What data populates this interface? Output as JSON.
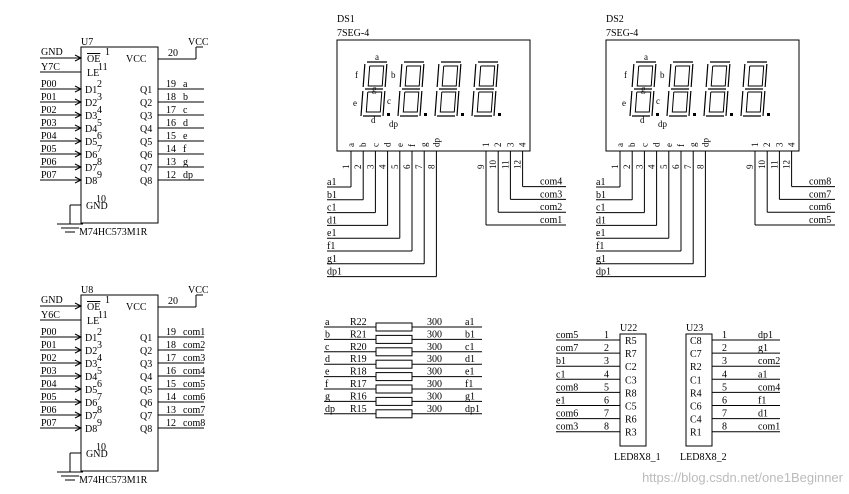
{
  "latch_u7": {
    "ref": "U7",
    "part": "M74HC573M1R",
    "oe_net": "GND",
    "oe_pin": "1",
    "oe_label": "OE",
    "le_net": "Y7C",
    "le_pin": "11",
    "le_label": "LE",
    "vcc_label": "VCC",
    "vcc_pin": "20",
    "vcc_net": "VCC",
    "gnd_label": "GND",
    "gnd_pin": "10",
    "inputs": [
      {
        "net": "P00",
        "pin": "2",
        "label": "D1"
      },
      {
        "net": "P01",
        "pin": "3",
        "label": "D2"
      },
      {
        "net": "P02",
        "pin": "4",
        "label": "D3"
      },
      {
        "net": "P03",
        "pin": "5",
        "label": "D4"
      },
      {
        "net": "P04",
        "pin": "6",
        "label": "D5"
      },
      {
        "net": "P05",
        "pin": "7",
        "label": "D6"
      },
      {
        "net": "P06",
        "pin": "8",
        "label": "D7"
      },
      {
        "net": "P07",
        "pin": "9",
        "label": "D8"
      }
    ],
    "outputs": [
      {
        "label": "Q1",
        "pin": "19",
        "net": "a"
      },
      {
        "label": "Q2",
        "pin": "18",
        "net": "b"
      },
      {
        "label": "Q3",
        "pin": "17",
        "net": "c"
      },
      {
        "label": "Q4",
        "pin": "16",
        "net": "d"
      },
      {
        "label": "Q5",
        "pin": "15",
        "net": "e"
      },
      {
        "label": "Q6",
        "pin": "14",
        "net": "f"
      },
      {
        "label": "Q7",
        "pin": "13",
        "net": "g"
      },
      {
        "label": "Q8",
        "pin": "12",
        "net": "dp"
      }
    ]
  },
  "latch_u8": {
    "ref": "U8",
    "part": "M74HC573M1R",
    "oe_net": "GND",
    "oe_pin": "1",
    "oe_label": "OE",
    "le_net": "Y6C",
    "le_pin": "11",
    "le_label": "LE",
    "vcc_label": "VCC",
    "vcc_pin": "20",
    "vcc_net": "VCC",
    "gnd_label": "GND",
    "gnd_pin": "10",
    "inputs": [
      {
        "net": "P00",
        "pin": "2",
        "label": "D1"
      },
      {
        "net": "P01",
        "pin": "3",
        "label": "D2"
      },
      {
        "net": "P02",
        "pin": "4",
        "label": "D3"
      },
      {
        "net": "P03",
        "pin": "5",
        "label": "D4"
      },
      {
        "net": "P04",
        "pin": "6",
        "label": "D5"
      },
      {
        "net": "P05",
        "pin": "7",
        "label": "D6"
      },
      {
        "net": "P06",
        "pin": "8",
        "label": "D7"
      },
      {
        "net": "P07",
        "pin": "9",
        "label": "D8"
      }
    ],
    "outputs": [
      {
        "label": "Q1",
        "pin": "19",
        "net": "com1"
      },
      {
        "label": "Q2",
        "pin": "18",
        "net": "com2"
      },
      {
        "label": "Q3",
        "pin": "17",
        "net": "com3"
      },
      {
        "label": "Q4",
        "pin": "16",
        "net": "com4"
      },
      {
        "label": "Q5",
        "pin": "15",
        "net": "com5"
      },
      {
        "label": "Q6",
        "pin": "14",
        "net": "com6"
      },
      {
        "label": "Q7",
        "pin": "13",
        "net": "com7"
      },
      {
        "label": "Q8",
        "pin": "12",
        "net": "com8"
      }
    ]
  },
  "display_ds1": {
    "ref": "DS1",
    "part": "7SEG-4",
    "segment_letters": {
      "a": "a",
      "b": "b",
      "c": "c",
      "d": "d",
      "e": "e",
      "f": "f",
      "g": "g",
      "dp": "dp"
    },
    "seg_pins": [
      {
        "name": "a",
        "pin": "1",
        "net": "a1"
      },
      {
        "name": "b",
        "pin": "2",
        "net": "b1"
      },
      {
        "name": "c",
        "pin": "3",
        "net": "c1"
      },
      {
        "name": "d",
        "pin": "4",
        "net": "d1"
      },
      {
        "name": "e",
        "pin": "5",
        "net": "e1"
      },
      {
        "name": "f",
        "pin": "6",
        "net": "f1"
      },
      {
        "name": "g",
        "pin": "7",
        "net": "g1"
      },
      {
        "name": "dp",
        "pin": "8",
        "net": "dp1"
      }
    ],
    "com_pins": [
      {
        "name": "1",
        "pin": "9",
        "net": "com1"
      },
      {
        "name": "2",
        "pin": "10",
        "net": "com2"
      },
      {
        "name": "3",
        "pin": "11",
        "net": "com3"
      },
      {
        "name": "4",
        "pin": "12",
        "net": "com4"
      }
    ]
  },
  "display_ds2": {
    "ref": "DS2",
    "part": "7SEG-4",
    "segment_letters": {
      "a": "a",
      "b": "b",
      "c": "c",
      "d": "d",
      "e": "e",
      "f": "f",
      "g": "g",
      "dp": "dp"
    },
    "seg_pins": [
      {
        "name": "a",
        "pin": "1",
        "net": "a1"
      },
      {
        "name": "b",
        "pin": "2",
        "net": "b1"
      },
      {
        "name": "c",
        "pin": "3",
        "net": "c1"
      },
      {
        "name": "d",
        "pin": "4",
        "net": "d1"
      },
      {
        "name": "e",
        "pin": "5",
        "net": "e1"
      },
      {
        "name": "f",
        "pin": "6",
        "net": "f1"
      },
      {
        "name": "g",
        "pin": "7",
        "net": "g1"
      },
      {
        "name": "dp",
        "pin": "8",
        "net": "dp1"
      }
    ],
    "com_pins": [
      {
        "name": "1",
        "pin": "9",
        "net": "com5"
      },
      {
        "name": "2",
        "pin": "10",
        "net": "com6"
      },
      {
        "name": "3",
        "pin": "11",
        "net": "com7"
      },
      {
        "name": "4",
        "pin": "12",
        "net": "com8"
      }
    ]
  },
  "resistors": [
    {
      "left": "a",
      "ref": "R22",
      "value": "300",
      "right": "a1"
    },
    {
      "left": "b",
      "ref": "R21",
      "value": "300",
      "right": "b1"
    },
    {
      "left": "c",
      "ref": "R20",
      "value": "300",
      "right": "c1"
    },
    {
      "left": "d",
      "ref": "R19",
      "value": "300",
      "right": "d1"
    },
    {
      "left": "e",
      "ref": "R18",
      "value": "300",
      "right": "e1"
    },
    {
      "left": "f",
      "ref": "R17",
      "value": "300",
      "right": "f1"
    },
    {
      "left": "g",
      "ref": "R16",
      "value": "300",
      "right": "g1"
    },
    {
      "left": "dp",
      "ref": "R15",
      "value": "300",
      "right": "dp1"
    }
  ],
  "matrix_u22": {
    "ref": "U22",
    "part": "LED8X8_1",
    "pins": [
      {
        "net": "com5",
        "pin": "1",
        "label": "R5"
      },
      {
        "net": "com7",
        "pin": "2",
        "label": "R7"
      },
      {
        "net": "b1",
        "pin": "3",
        "label": "C2"
      },
      {
        "net": "c1",
        "pin": "4",
        "label": "C3"
      },
      {
        "net": "com8",
        "pin": "5",
        "label": "R8"
      },
      {
        "net": "e1",
        "pin": "6",
        "label": "C5"
      },
      {
        "net": "com6",
        "pin": "7",
        "label": "R6"
      },
      {
        "net": "com3",
        "pin": "8",
        "label": "R3"
      }
    ]
  },
  "matrix_u23": {
    "ref": "U23",
    "part": "LED8X8_2",
    "pins": [
      {
        "label": "C8",
        "pin": "1",
        "net": "dp1"
      },
      {
        "label": "C7",
        "pin": "2",
        "net": "g1"
      },
      {
        "label": "R2",
        "pin": "3",
        "net": "com2"
      },
      {
        "label": "C1",
        "pin": "4",
        "net": "a1"
      },
      {
        "label": "R4",
        "pin": "5",
        "net": "com4"
      },
      {
        "label": "C6",
        "pin": "6",
        "net": "f1"
      },
      {
        "label": "C4",
        "pin": "7",
        "net": "d1"
      },
      {
        "label": "R1",
        "pin": "8",
        "net": "com1"
      }
    ]
  },
  "watermark": "https://blog.csdn.net/one1Beginner"
}
